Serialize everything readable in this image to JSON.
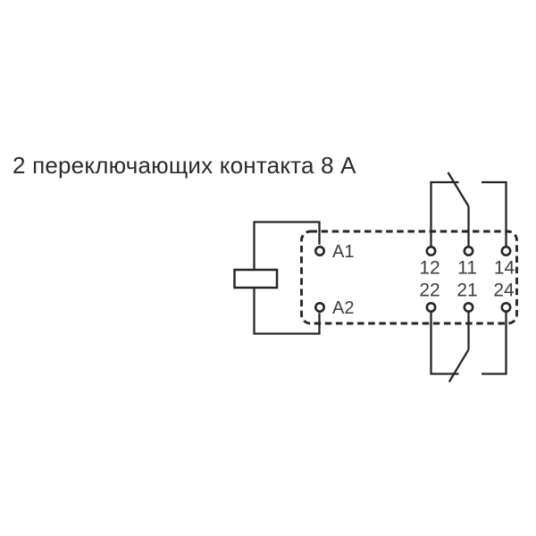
{
  "title": "2 переключающих контакта 8 А",
  "diagram": {
    "coil": {
      "terminal_a1": "A1",
      "terminal_a2": "A2"
    },
    "contacts": {
      "top_row": {
        "nc": "12",
        "com": "11",
        "no": "14"
      },
      "bottom_row": {
        "nc": "22",
        "com": "21",
        "no": "24"
      }
    },
    "colors": {
      "line": "#262626",
      "label": "#3d3d3d",
      "title": "#2b2b2b",
      "background": "#ffffff"
    }
  }
}
